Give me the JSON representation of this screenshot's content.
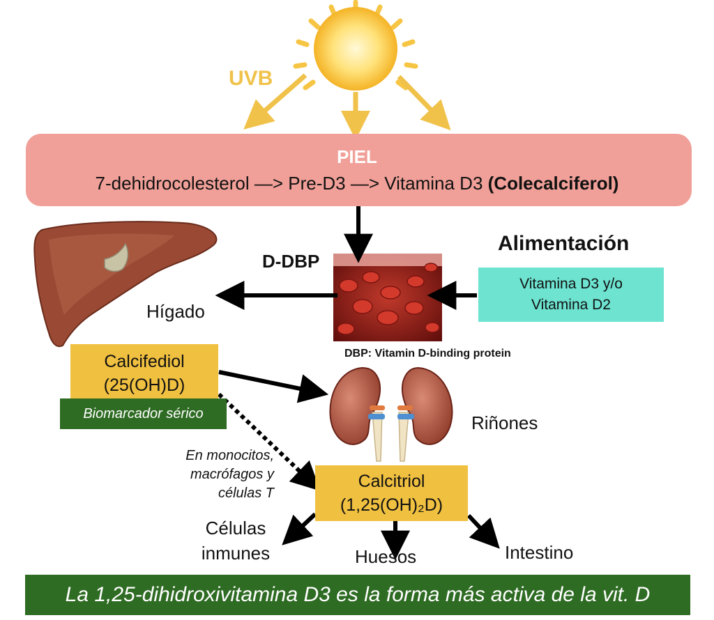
{
  "sun": {
    "label": "UVB"
  },
  "skin": {
    "title": "PIEL",
    "pathway": "7-dehidrocolesterol —> Pre-D3 —> Vitamina D3",
    "pathway_bold": "(Colecalciferol)"
  },
  "diet": {
    "title": "Alimentación",
    "line1": "Vitamina D3 y/o",
    "line2": "Vitamina D2"
  },
  "blood": {
    "carrier": "D-DBP",
    "dbp_note": "DBP: Vitamin D-binding protein"
  },
  "liver": {
    "label": "Hígado"
  },
  "calcifediol": {
    "name": "Calcifediol",
    "formula": "(25(OH)D)",
    "biomarker": "Biomarcador sérico"
  },
  "kidney": {
    "label": "Riñones"
  },
  "extrarenal": {
    "line1": "En monocitos,",
    "line2": "macrófagos y",
    "line3": "células T"
  },
  "calcitriol": {
    "name": "Calcitriol",
    "formula": "(1,25(OH)₂D)"
  },
  "targets": {
    "immune1": "Células",
    "immune2": "inmunes",
    "bones": "Huesos",
    "intestine": "Intestino"
  },
  "footer": "La 1,25-dihidroxivitamina D3 es la forma más activa de la vit. D",
  "colors": {
    "sun": "#f5c242",
    "skin": "#f0a098",
    "food": "#6de3d0",
    "gold": "#f0c040",
    "green": "#2e6b23"
  }
}
